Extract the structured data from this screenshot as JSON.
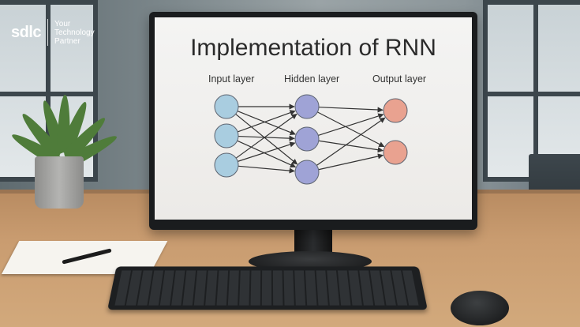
{
  "branding": {
    "logo_text": "sdlc",
    "tagline_line1": "Your",
    "tagline_line2": "Technology",
    "tagline_line3": "Partner"
  },
  "screen": {
    "title": "Implementation of RNN",
    "layers": {
      "input_label": "Input layer",
      "hidden_label": "Hidden layer",
      "output_label": "Output layer"
    },
    "network": {
      "input_nodes": 3,
      "hidden_nodes": 3,
      "output_nodes": 2
    }
  },
  "colors": {
    "input_node": "#a9cde0",
    "hidden_node": "#9fa3d6",
    "output_node": "#e9a290",
    "edges": "#333333"
  }
}
